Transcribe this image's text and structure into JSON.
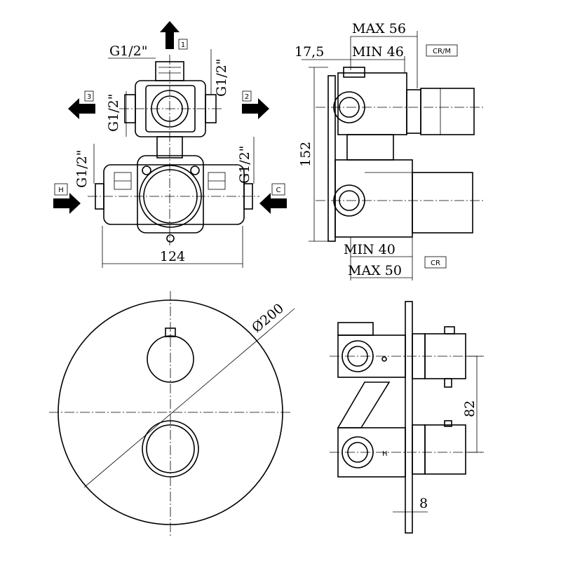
{
  "top_left_view": {
    "outlet_1": {
      "thread": "G1/2\"",
      "tag": "1"
    },
    "outlet_2": {
      "thread": "G1/2\"",
      "tag": "2"
    },
    "outlet_3": {
      "thread": "G1/2\"",
      "tag": "3"
    },
    "inlet_hot": {
      "thread": "G1/2\"",
      "tag": "H"
    },
    "inlet_cold": {
      "thread": "G1/2\"",
      "tag": "C"
    },
    "width_dim": "124"
  },
  "top_right_view": {
    "max_depth": "MAX 56",
    "min_depth": "MIN 46",
    "offset": "17,5",
    "height_dim": "152",
    "crm_tag": "CR/M",
    "min_depth_cr": "MIN 40",
    "max_depth_cr": "MAX 50",
    "cr_tag": "CR"
  },
  "bottom_left_view": {
    "diameter": "Ø200"
  },
  "bottom_right_view": {
    "spacing": "82",
    "plate_thickness": "8"
  }
}
